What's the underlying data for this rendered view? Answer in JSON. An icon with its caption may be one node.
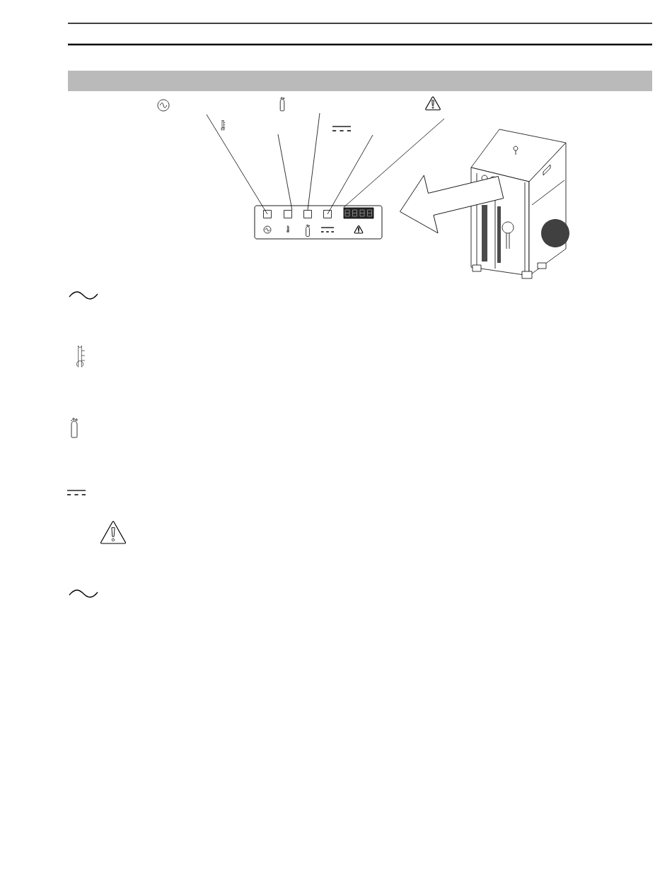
{
  "diagram": {
    "nodes": [
      {
        "text": [],
        "shape": "box"
      },
      {
        "text": [],
        "shape": "box",
        "in": 0
      },
      {
        "text": [],
        "shape": "box",
        "in": 0
      },
      {
        "text": [],
        "shape": "box",
        "in": 0
      },
      {
        "text": [],
        "shape": "box",
        "in": 0
      },
      {
        "text": [],
        "shape": "box",
        "in": 0
      },
      {
        "text": [],
        "shape": "picture"
      }
    ],
    "edges": [
      {
        "from": null,
        "to": 1,
        "arrow": "none"
      },
      {
        "from": null,
        "to": 2,
        "arrow": "none"
      },
      {
        "from": null,
        "to": 3,
        "arrow": "none"
      },
      {
        "from": null,
        "to": 4,
        "arrow": "none"
      },
      {
        "from": null,
        "to": 5,
        "arrow": "none"
      },
      {
        "from": 6,
        "to": 0,
        "arrow": "to",
        "style": "thick"
      }
    ]
  }
}
